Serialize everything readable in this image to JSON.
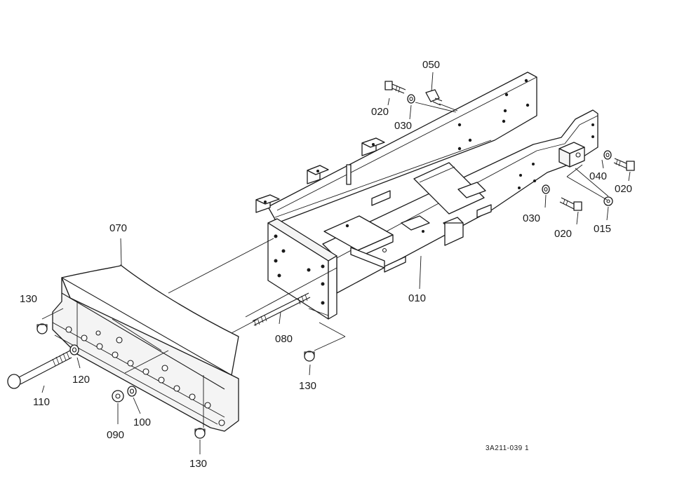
{
  "labels": {
    "l050": "050",
    "l020a": "020",
    "l030a": "030",
    "l040": "040",
    "l020b": "020",
    "l030b": "030",
    "l020c": "020",
    "l015": "015",
    "l070": "070",
    "l010": "010",
    "l080": "080",
    "l130a": "130",
    "l130b": "130",
    "l130c": "130",
    "l120": "120",
    "l110": "110",
    "l090": "090",
    "l100": "100"
  },
  "drawing_code": "3A211-039 1"
}
